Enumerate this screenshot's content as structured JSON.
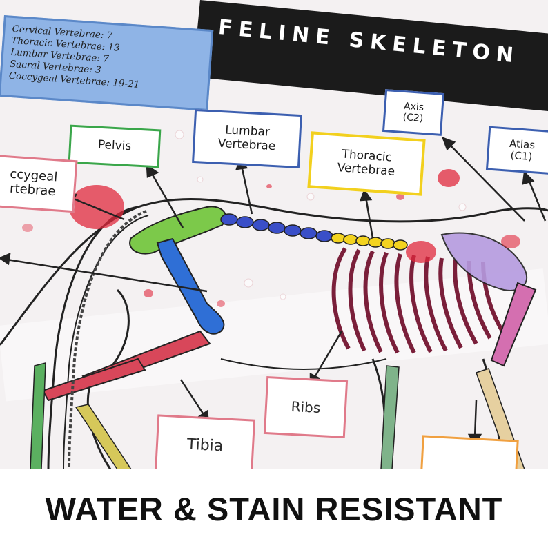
{
  "poster": {
    "title": "FELINE SKELETON",
    "vertebrae_counts": [
      "Cervical Vertebrae: 7",
      "Thoracic Vertebrae: 13",
      "Lumbar Vertebrae: 7",
      "Sacral Vertebrae: 3",
      "Coccygeal Vertebrae: 19-21"
    ],
    "labels": {
      "pelvis": "Pelvis",
      "lumbar": "Lumbar\nVertebrae",
      "thoracic": "Thoracic\nVertebrae",
      "axis": "Axis\n(C2)",
      "atlas": "Atlas\n(C1)",
      "coccygeal": "ccygeal\nrtebrae",
      "ribs": "Ribs",
      "tibia": "Tibia"
    },
    "label_colors": {
      "pelvis": "#3aa64a",
      "lumbar": "#3c5fb0",
      "thoracic": "#f2d01e",
      "axis": "#3c5fb0",
      "atlas": "#3c5fb0",
      "coccygeal": "#e07a8a",
      "ribs": "#e07a8a",
      "tibia": "#e07a8a",
      "humerus": "#f0a040"
    },
    "bone_colors": {
      "pelvis": "#7cc94a",
      "femur": "#2f6fd6",
      "lumbar": "#3a4fc8",
      "thoracic": "#f3d31f",
      "ribs": "#7a1f3a",
      "scapula": "#b59be0",
      "tibia": "#d8475a"
    }
  },
  "caption": "WATER & STAIN RESISTANT"
}
